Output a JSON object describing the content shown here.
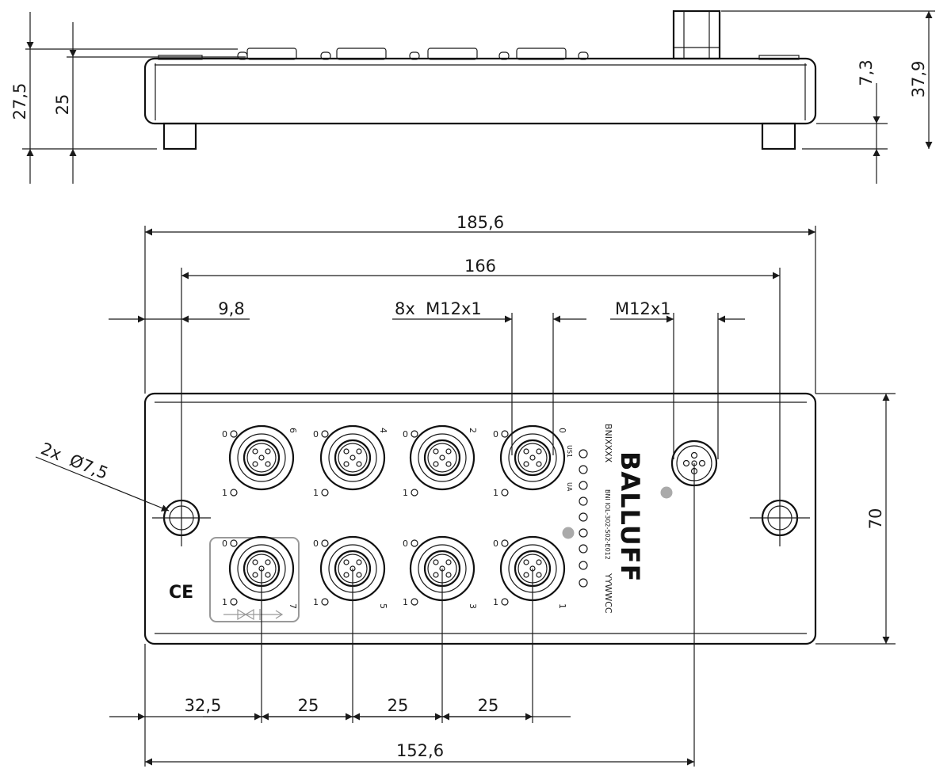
{
  "side_view": {
    "dims": {
      "h_27_5": "27,5",
      "h_25": "25",
      "h_7_3": "7,3",
      "h_37_9": "37,9"
    }
  },
  "top_view": {
    "dims": {
      "overall_width": "185,6",
      "hole_spacing": "166",
      "hole_offset": "9,8",
      "port_callout": "8x  M12x1",
      "power_callout": "M12x1",
      "hole_callout": "2x  Ø7,5",
      "height": "70",
      "first_port": "32,5",
      "pitch_1": "25",
      "pitch_2": "25",
      "pitch_3": "25",
      "power_position": "152,6"
    },
    "labels": {
      "brand": "BALLUFF",
      "model_code": "BNIXXXX",
      "part_number": "BNI IOL-302-S02-E012",
      "date_code": "YYWWCC",
      "us1": "US1",
      "ua": "UA",
      "ce_mark": "CE"
    },
    "port_numbers": [
      "6",
      "4",
      "2",
      "0",
      "7",
      "5",
      "3",
      "1"
    ],
    "pin_labels": {
      "zero": "0",
      "one": "1"
    }
  }
}
